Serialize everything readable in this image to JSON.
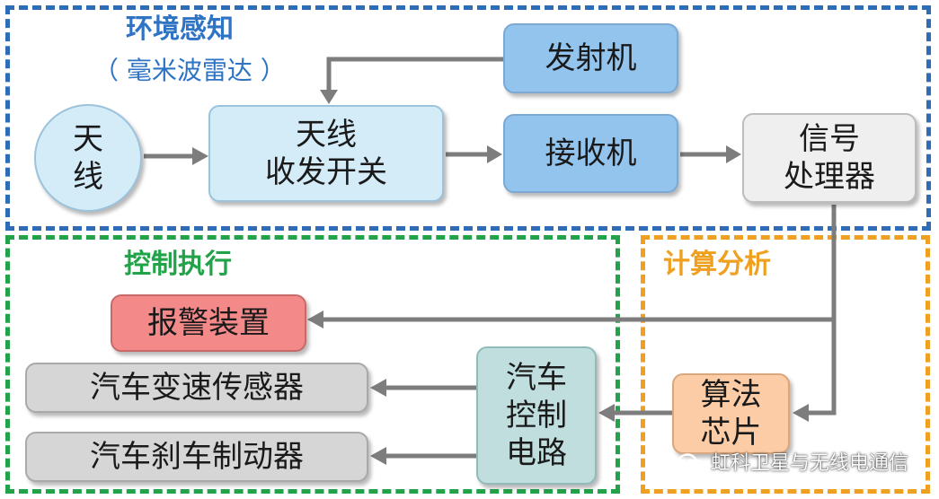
{
  "regions": {
    "perception": {
      "title": "环境感知",
      "subtitle": "（ 毫米波雷达 ）",
      "color": "#2e6db6"
    },
    "control": {
      "title": "控制执行",
      "color": "#22a34a"
    },
    "compute": {
      "title": "计算分析",
      "color": "#f0a020"
    }
  },
  "nodes": {
    "antenna": "天\n线",
    "switch": "天线\n收发开关",
    "transmitter": "发射机",
    "receiver": "接收机",
    "processor": "信号\n处理器",
    "alarm": "报警装置",
    "speed_sensor": "汽车变速传感器",
    "brake": "汽车刹车制动器",
    "control_circuit": "汽车\n控制\n电路",
    "algo_chip": "算法\n芯片"
  },
  "edges": [
    {
      "from": "transmitter",
      "to": "switch"
    },
    {
      "from": "antenna",
      "to": "switch"
    },
    {
      "from": "switch",
      "to": "receiver"
    },
    {
      "from": "receiver",
      "to": "processor"
    },
    {
      "from": "processor",
      "to": "alarm"
    },
    {
      "from": "processor",
      "to": "algo_chip"
    },
    {
      "from": "algo_chip",
      "to": "control_circuit"
    },
    {
      "from": "control_circuit",
      "to": "speed_sensor"
    },
    {
      "from": "control_circuit",
      "to": "brake"
    }
  ],
  "watermark": {
    "text": "虹科卫星与无线电通信",
    "icon": "wechat-icon"
  }
}
